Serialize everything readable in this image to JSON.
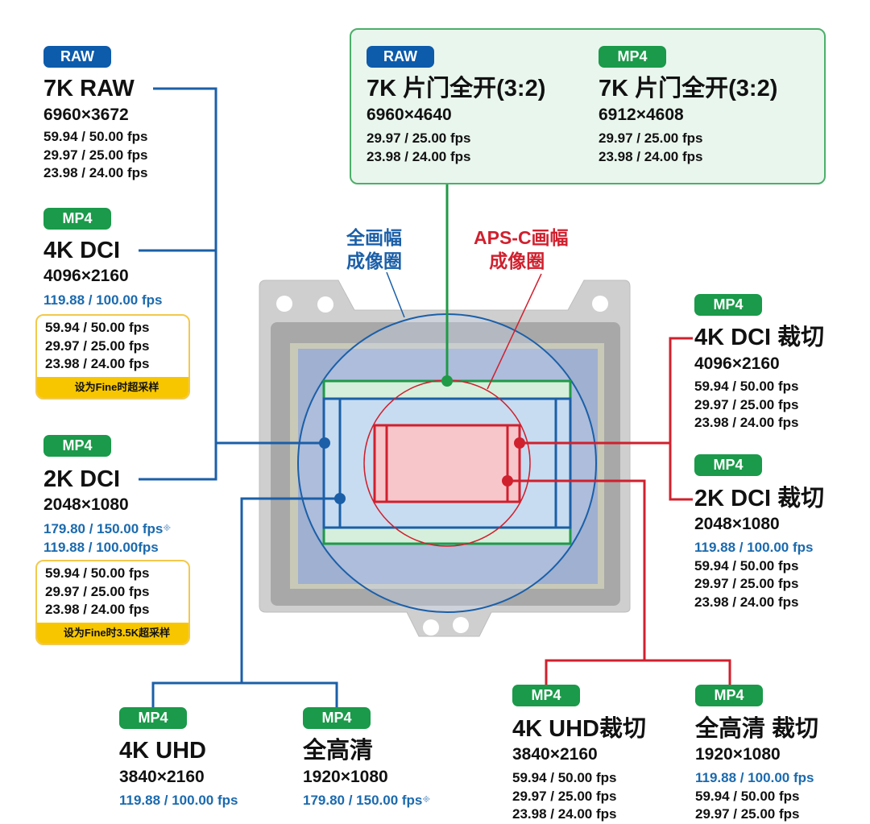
{
  "colors": {
    "raw_badge": "#0d5bab",
    "mp4_badge": "#1a9a4a",
    "full_frame": "#1b5fa8",
    "aps_c": "#d0202e",
    "open_gate": "#1f9a47",
    "highlight_fps": "#1b6aae",
    "supersample_bar": "#f7c600"
  },
  "circle_labels": {
    "full_frame": [
      "全画幅",
      "成像圈"
    ],
    "aps_c": [
      "APS-C画幅",
      "成像圈"
    ]
  },
  "open_gate": [
    {
      "badge": "RAW",
      "title": "7K 片门全开(3:2)",
      "resolution": "6960×4640",
      "fps": [
        "29.97 / 25.00 fps",
        "23.98 / 24.00 fps"
      ]
    },
    {
      "badge": "MP4",
      "title": "7K 片门全开(3:2)",
      "resolution": "6912×4608",
      "fps": [
        "29.97 / 25.00 fps",
        "23.98 / 24.00 fps"
      ]
    }
  ],
  "left": [
    {
      "badge": "RAW",
      "title": "7K RAW",
      "resolution": "6960×3672",
      "fps": [
        "59.94 / 50.00 fps",
        "29.97 / 25.00 fps",
        "23.98 / 24.00 fps"
      ]
    },
    {
      "badge": "MP4",
      "title": "4K DCI",
      "resolution": "4096×2160",
      "fps_high": [
        "119.88 / 100.00 fps"
      ],
      "fps_box": [
        "59.94 / 50.00 fps",
        "29.97 / 25.00 fps",
        "23.98 / 24.00 fps"
      ],
      "box_note": "设为Fine时超采样"
    },
    {
      "badge": "MP4",
      "title": "2K DCI",
      "resolution": "2048×1080",
      "fps_high": [
        "179.80 / 150.00 fps",
        "119.88 / 100.00fps"
      ],
      "note_mark": "※",
      "fps_box": [
        "59.94 / 50.00 fps",
        "29.97 / 25.00 fps",
        "23.98 / 24.00 fps"
      ],
      "box_note": "设为Fine时3.5K超采样"
    }
  ],
  "bottom_left": [
    {
      "badge": "MP4",
      "title": "4K UHD",
      "resolution": "3840×2160",
      "fps_high": [
        "119.88 / 100.00 fps"
      ]
    },
    {
      "badge": "MP4",
      "title": "全高清",
      "resolution": "1920×1080",
      "fps_high": [
        "179.80 / 150.00 fps"
      ],
      "note_mark": "※"
    }
  ],
  "right": [
    {
      "badge": "MP4",
      "title": "4K DCI 裁切",
      "resolution": "4096×2160",
      "fps": [
        "59.94 / 50.00 fps",
        "29.97 / 25.00 fps",
        "23.98 / 24.00 fps"
      ]
    },
    {
      "badge": "MP4",
      "title": "2K DCI 裁切",
      "resolution": "2048×1080",
      "fps_high": [
        "119.88 / 100.00 fps"
      ],
      "fps": [
        "59.94 / 50.00 fps",
        "29.97 / 25.00 fps",
        "23.98 / 24.00 fps"
      ]
    }
  ],
  "bottom_right": [
    {
      "badge": "MP4",
      "title": "4K UHD裁切",
      "resolution": "3840×2160",
      "fps": [
        "59.94 / 50.00 fps",
        "29.97 / 25.00 fps",
        "23.98 / 24.00 fps"
      ]
    },
    {
      "badge": "MP4",
      "title": "全高清 裁切",
      "resolution": "1920×1080",
      "fps_high": [
        "119.88 / 100.00 fps"
      ],
      "fps": [
        "59.94 / 50.00 fps",
        "29.97 / 25.00 fps"
      ]
    }
  ]
}
